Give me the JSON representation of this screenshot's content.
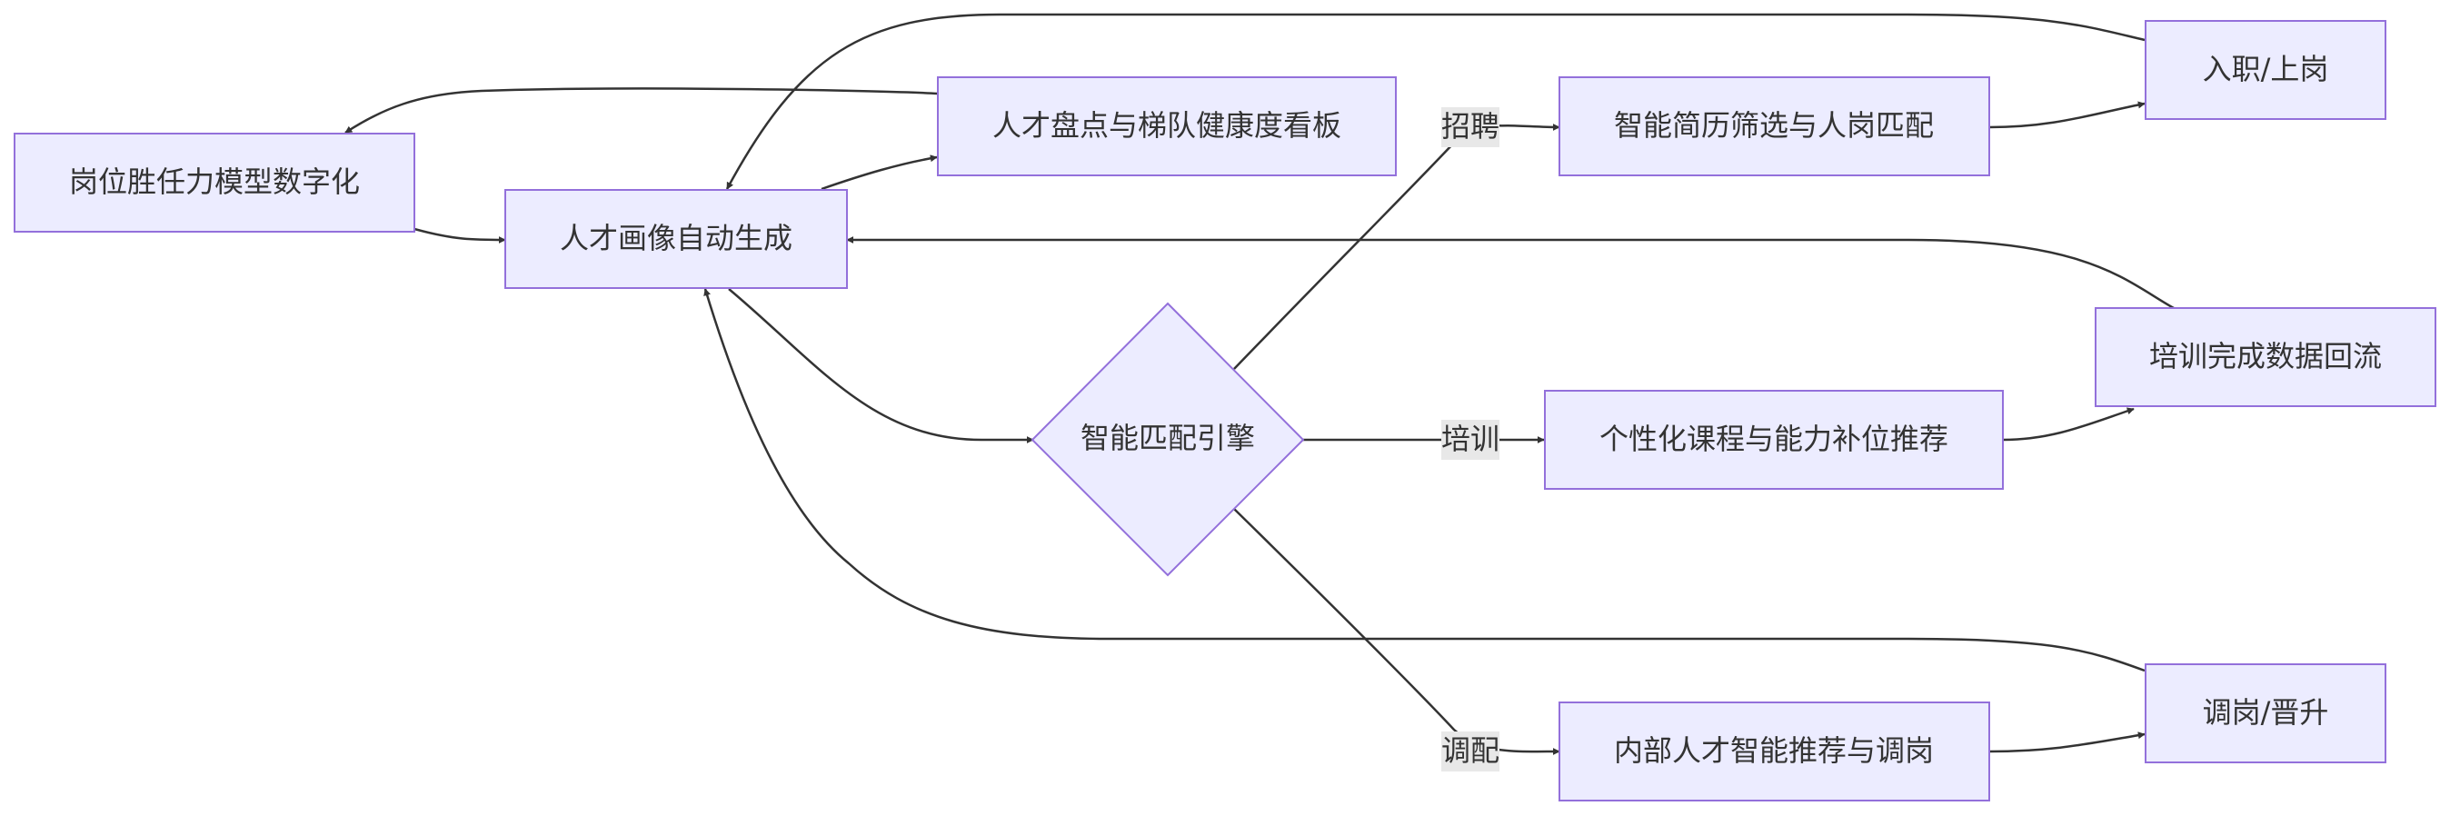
{
  "diagram": {
    "nodes": {
      "competency": "岗位胜任力模型数字化",
      "profile": "人才画像自动生成",
      "dashboard": "人才盘点与梯队健康度看板",
      "engine": "智能匹配引擎",
      "resume": "智能简历筛选与人岗匹配",
      "course": "个性化课程与能力补位推荐",
      "internal": "内部人才智能推荐与调岗",
      "onboard": "入职/上岗",
      "trainback": "培训完成数据回流",
      "transfer": "调岗/晋升"
    },
    "edge_labels": {
      "recruit": "招聘",
      "train": "培训",
      "allocate": "调配"
    },
    "colors": {
      "node_fill": "#ECECFF",
      "node_stroke": "#9370DB",
      "edge": "#333333",
      "edge_label_bg": "#e8e8e8"
    }
  }
}
